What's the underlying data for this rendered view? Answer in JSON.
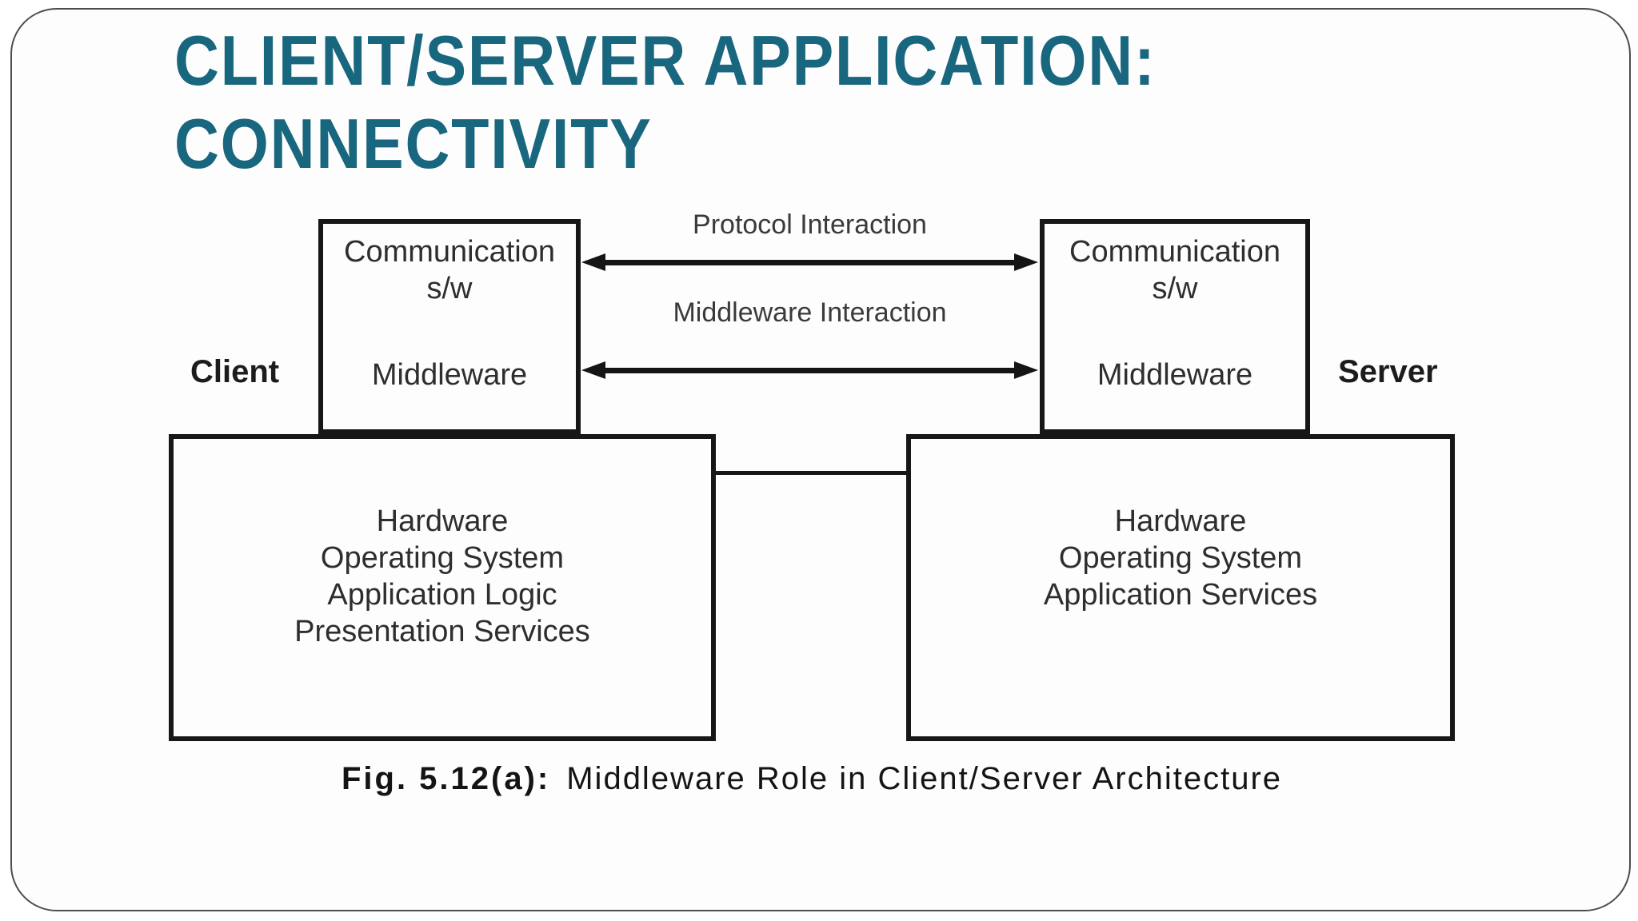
{
  "slide": {
    "title_line1": "CLIENT/SERVER APPLICATION:",
    "title_line2": "CONNECTIVITY",
    "title_color": "#19677f"
  },
  "diagram": {
    "client_label": "Client",
    "server_label": "Server",
    "client_stack": {
      "comm_line1": "Communication",
      "comm_line2": "s/w",
      "middleware": "Middleware"
    },
    "server_stack": {
      "comm_line1": "Communication",
      "comm_line2": "s/w",
      "middleware": "Middleware"
    },
    "arrows": {
      "protocol_label": "Protocol Interaction",
      "middleware_label": "Middleware Interaction"
    },
    "client_platform_lines": [
      "Hardware",
      "Operating System",
      "Application Logic",
      "Presentation Services"
    ],
    "server_platform_lines": [
      "Hardware",
      "Operating System",
      "Application Services"
    ],
    "caption_prefix": "Fig. 5.12(a):",
    "caption_text": "Middleware Role in Client/Server Architecture"
  }
}
